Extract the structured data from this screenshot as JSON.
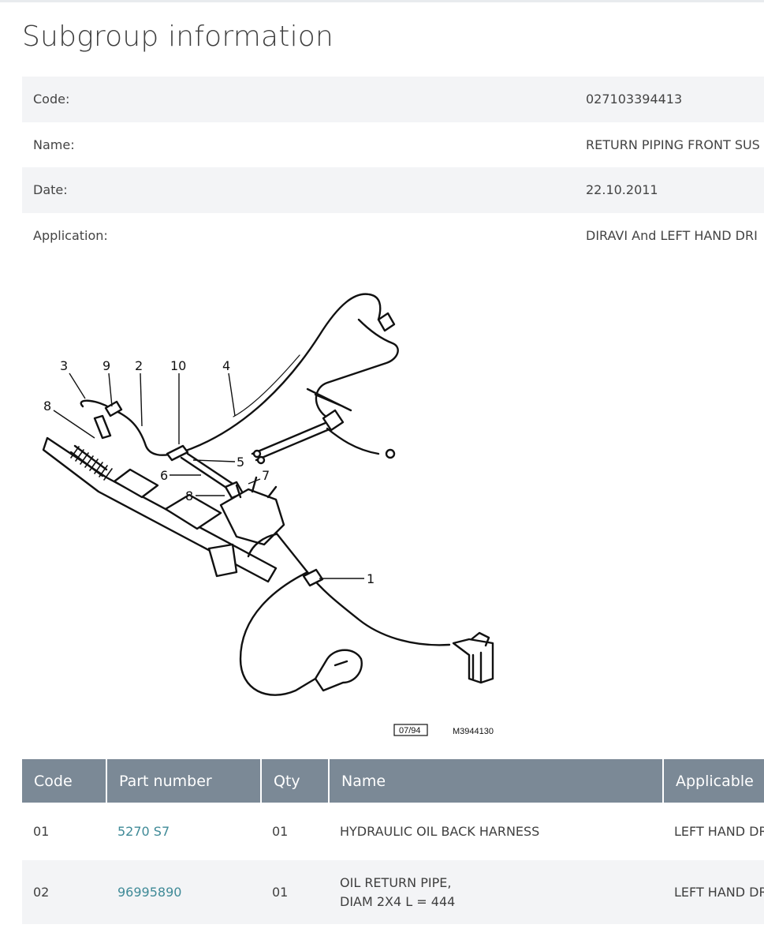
{
  "page": {
    "title": "Subgroup information"
  },
  "info": {
    "rows": [
      {
        "label": "Code:",
        "value": "027103394413"
      },
      {
        "label": "Name:",
        "value": "RETURN PIPING FRONT SUS"
      },
      {
        "label": "Date:",
        "value": "22.10.2011"
      },
      {
        "label": "Application:",
        "value": "DIRAVI And LEFT HAND DRI"
      }
    ]
  },
  "diagram": {
    "callouts": [
      "3",
      "9",
      "2",
      "10",
      "4",
      "8",
      "5",
      "6",
      "7",
      "8",
      "1"
    ],
    "date_stamp": "07/94",
    "reference": "M3944130"
  },
  "parts": {
    "headers": {
      "code": "Code",
      "part_number": "Part number",
      "qty": "Qty",
      "name": "Name",
      "applicable": "Applicable"
    },
    "rows": [
      {
        "code": "01",
        "part_number": "5270 S7",
        "qty": "01",
        "name_line1": "HYDRAULIC OIL BACK HARNESS",
        "name_line2": "",
        "applicable": "LEFT HAND DR"
      },
      {
        "code": "02",
        "part_number": "96995890",
        "qty": "01",
        "name_line1": "OIL RETURN PIPE,",
        "name_line2": "DIAM 2X4 L = 444",
        "applicable": "LEFT HAND DR"
      }
    ]
  },
  "colors": {
    "header_bg": "#7b8996",
    "stripe": "#f3f4f6",
    "link": "#3f8a97"
  }
}
